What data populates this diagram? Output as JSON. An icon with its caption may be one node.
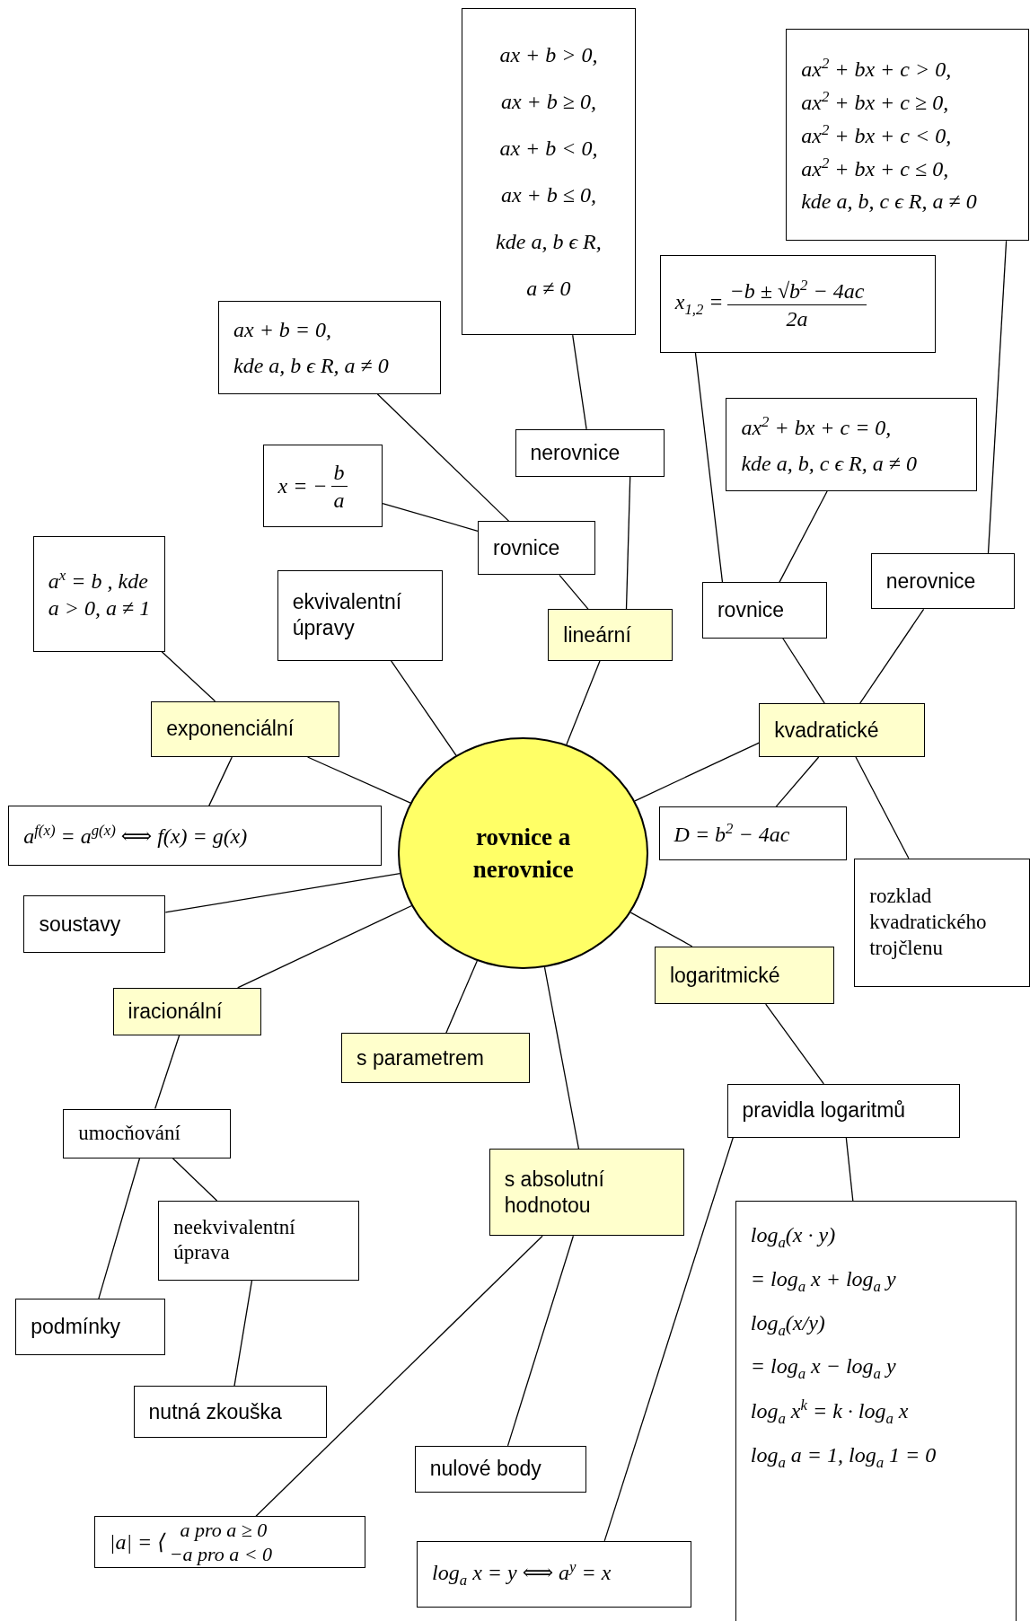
{
  "diagram": {
    "nodes": [
      {
        "text": [
          "rovnice a nerovnice"
        ]
      },
      {
        "text": [
          "lineární"
        ]
      },
      {
        "text": [
          "rovnice"
        ]
      },
      {
        "text": [
          "nerovnice"
        ]
      },
      {
        "text": [
          "ax + b = 0,",
          "kde a, b ϵ R, a ≠ 0"
        ]
      },
      {
        "text": [
          "x = −",
          "b",
          "a"
        ]
      },
      {
        "text": [
          "ax + b > 0,",
          "ax + b ≥ 0,",
          "ax + b < 0,",
          "ax + b ≤ 0,",
          "kde a, b ϵ R,",
          "a ≠ 0"
        ]
      },
      {
        "text": [
          "kvadratické"
        ]
      },
      {
        "text": [
          "rovnice"
        ]
      },
      {
        "text": [
          "nerovnice"
        ]
      },
      {
        "text": [
          "ax$^{2}$ + bx + c = 0,",
          "kde a, b, c ϵ R, a ≠ 0"
        ]
      },
      {
        "text": [
          "x$_{1,2}$ =",
          "−b ± √b$^{2}$ − 4ac",
          "2a"
        ]
      },
      {
        "text": [
          "ax$^{2}$ + bx + c > 0,",
          "ax$^{2}$ + bx + c ≥ 0,",
          "ax$^{2}$ + bx + c < 0,",
          "ax$^{2}$ + bx + c ≤ 0,",
          "kde a, b, c ϵ R, a ≠ 0"
        ]
      },
      {
        "text": [
          "D = b$^{2}$ − 4ac"
        ]
      },
      {
        "text": [
          "rozklad kvadratického trojčlenu"
        ]
      },
      {
        "text": [
          "exponenciální"
        ]
      },
      {
        "text": [
          "a$^{x}$ = b , kde a > 0, a ≠ 1"
        ]
      },
      {
        "text": [
          "a$^{f(x)}$ = a$^{g(x)}$ ⟺ f(x) = g(x)"
        ]
      },
      {
        "text": [
          "ekvivalentní úpravy"
        ]
      },
      {
        "text": [
          "soustavy"
        ]
      },
      {
        "text": [
          "iracionální"
        ]
      },
      {
        "text": [
          "umocňování"
        ]
      },
      {
        "text": [
          "neekvivalentní úprava"
        ]
      },
      {
        "text": [
          "podmínky"
        ]
      },
      {
        "text": [
          "nutná zkouška"
        ]
      },
      {
        "text": [
          "s parametrem"
        ]
      },
      {
        "text": [
          "s absolutní hodnotou"
        ]
      },
      {
        "text": [
          "nulové body"
        ]
      },
      {
        "text": [
          "|a| = ⟨",
          "a pro a ≥ 0",
          "−a pro a < 0"
        ]
      },
      {
        "text": [
          "logaritmické"
        ]
      },
      {
        "text": [
          "pravidla logaritmů"
        ]
      },
      {
        "text": [
          "log$_{a}$(x · y)",
          "= log$_{a}$ x + log$_{a}$ y",
          "log$_{a}$(x/y)",
          "= log$_{a}$ x − log$_{a}$ y",
          "log$_{a}$ x$^{k}$ = k · log$_{a}$ x",
          "log$_{a}$ a = 1, log$_{a}$ 1 = 0"
        ]
      },
      {
        "text": [
          "log$_{a}$ x = y ⟺ a$^{y}$ = x"
        ]
      }
    ],
    "edges": [
      {
        "from": 0,
        "to": 1,
        "arrow": "none"
      },
      {
        "from": 1,
        "to": 2,
        "arrow": "none"
      },
      {
        "from": 1,
        "to": 3,
        "arrow": "none"
      },
      {
        "from": 2,
        "to": 4,
        "arrow": "none"
      },
      {
        "from": 2,
        "to": 5,
        "arrow": "none"
      },
      {
        "from": 3,
        "to": 6,
        "arrow": "none"
      },
      {
        "from": 0,
        "to": 7,
        "arrow": "none"
      },
      {
        "from": 7,
        "to": 8,
        "arrow": "none"
      },
      {
        "from": 7,
        "to": 9,
        "arrow": "none"
      },
      {
        "from": 8,
        "to": 10,
        "arrow": "none"
      },
      {
        "from": 8,
        "to": 11,
        "arrow": "none"
      },
      {
        "from": 9,
        "to": 12,
        "arrow": "none"
      },
      {
        "from": 7,
        "to": 13,
        "arrow": "none"
      },
      {
        "from": 7,
        "to": 14,
        "arrow": "none"
      },
      {
        "from": 0,
        "to": 15,
        "arrow": "none"
      },
      {
        "from": 15,
        "to": 16,
        "arrow": "none"
      },
      {
        "from": 15,
        "to": 17,
        "arrow": "none"
      },
      {
        "from": 0,
        "to": 18,
        "arrow": "none"
      },
      {
        "from": 0,
        "to": 19,
        "arrow": "none"
      },
      {
        "from": 0,
        "to": 20,
        "arrow": "none"
      },
      {
        "from": 20,
        "to": 21,
        "arrow": "none"
      },
      {
        "from": 21,
        "to": 22,
        "arrow": "none"
      },
      {
        "from": 21,
        "to": 23,
        "arrow": "none"
      },
      {
        "from": 22,
        "to": 24,
        "arrow": "none"
      },
      {
        "from": 0,
        "to": 25,
        "arrow": "none"
      },
      {
        "from": 0,
        "to": 26,
        "arrow": "none"
      },
      {
        "from": 26,
        "to": 27,
        "arrow": "none"
      },
      {
        "from": 26,
        "to": 28,
        "arrow": "none"
      },
      {
        "from": 0,
        "to": 29,
        "arrow": "none"
      },
      {
        "from": 29,
        "to": 30,
        "arrow": "none"
      },
      {
        "from": 30,
        "to": 31,
        "arrow": "none"
      },
      {
        "from": 30,
        "to": 32,
        "arrow": "none"
      }
    ]
  }
}
